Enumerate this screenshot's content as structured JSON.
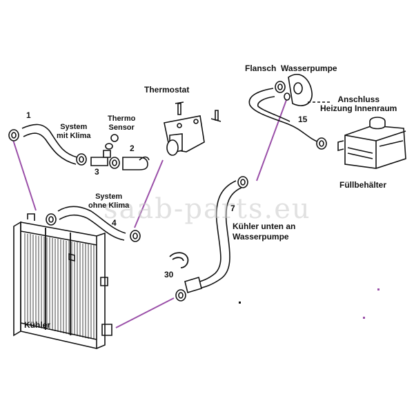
{
  "watermark": "saab-parts.eu",
  "labels": {
    "system_mit_klima": "System\nmit Klima",
    "thermo_sensor": "Thermo\nSensor",
    "thermostat": "Thermostat",
    "flansch_wasserpumpe": "Flansch  Wasserpumpe",
    "anschluss_heizung": "Anschluss\nHeizung Innenraum",
    "fuellbehaelter": "Füllbehälter",
    "system_ohne_klima": "System\nohne Klima",
    "kuehler_unten": "Kühler unten an\nWasserpumpe",
    "kuehler": "Kühler"
  },
  "part_numbers": {
    "p1": "1",
    "p2": "2",
    "p3": "3",
    "p4": "4",
    "p7": "7",
    "p15": "15",
    "p30": "30"
  },
  "colors": {
    "line": "#111111",
    "connector": "#9a4fa8",
    "background": "#ffffff",
    "watermark": "#c9c9c9"
  }
}
